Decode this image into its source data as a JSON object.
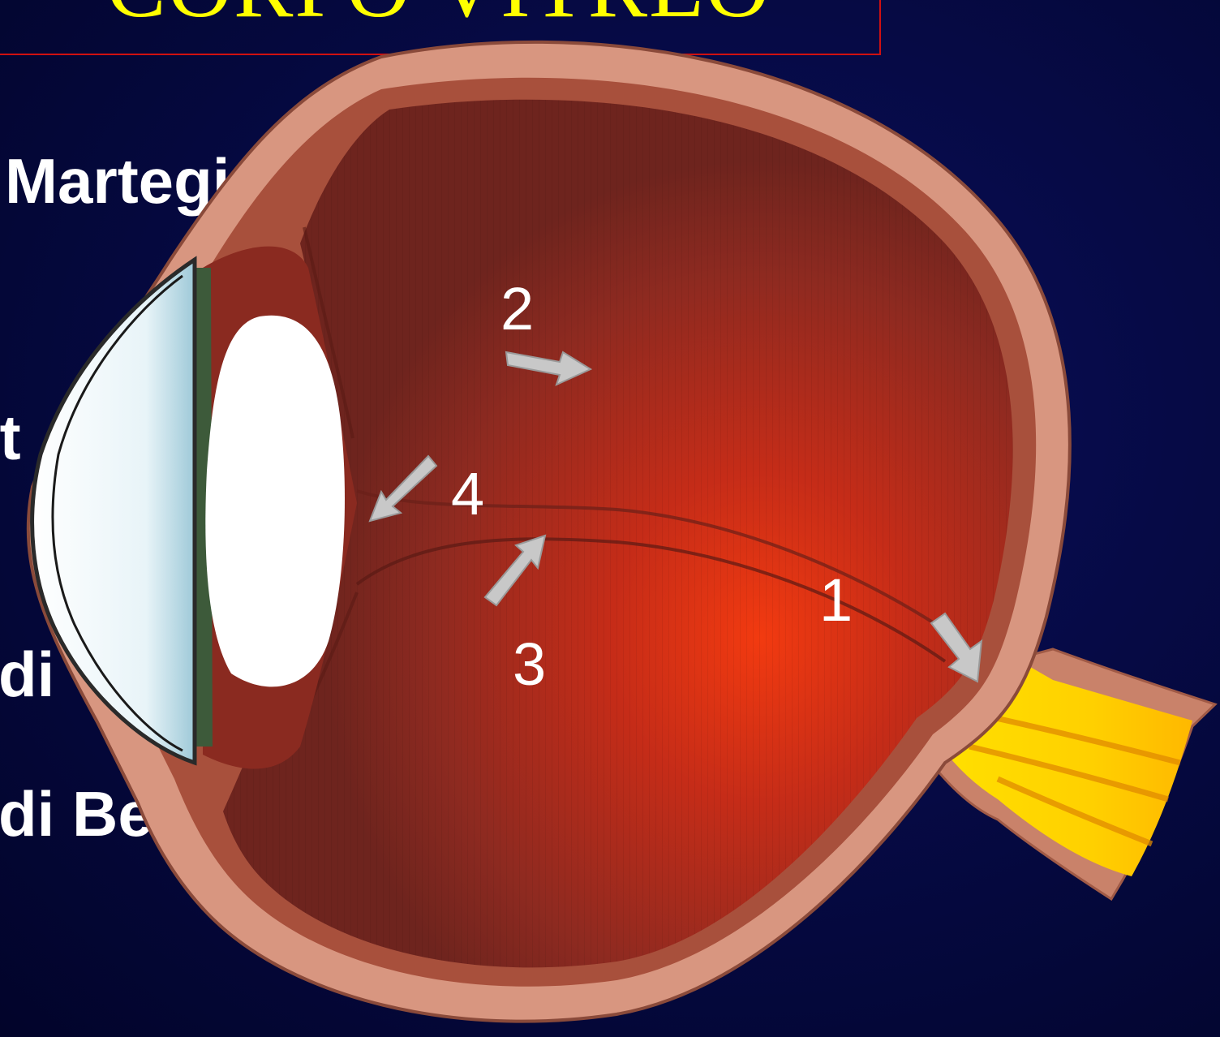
{
  "title": "CORPO VITREO",
  "bullets": [
    "Martegiani",
    "it",
    "di Cloquet",
    "di Berger"
  ],
  "labels": {
    "n1": "1",
    "n2": "2",
    "n3": "3",
    "n4": "4"
  },
  "colors": {
    "background": "#060a45",
    "title": "#ffff00",
    "title_border": "#d01010",
    "text": "#ffffff",
    "arrow": "#c8c8c8",
    "optic_nerve": "#ffd800"
  }
}
